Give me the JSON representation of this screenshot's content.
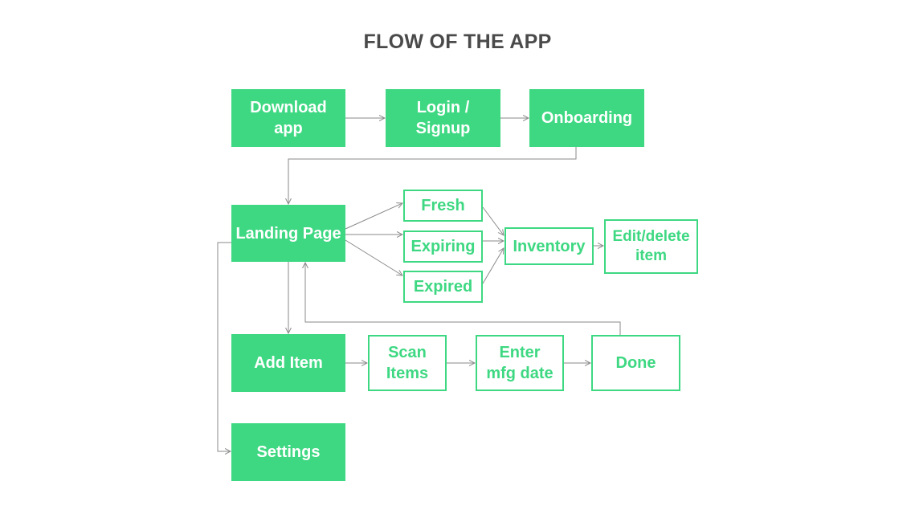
{
  "title": "FLOW OF THE APP",
  "colors": {
    "accent": "#3ed882",
    "title_text": "#4a4a4a",
    "connector": "#8a8a8a",
    "filled_text": "#ffffff"
  },
  "nodes": {
    "download": "Download\napp",
    "login": "Login /\nSignup",
    "onboarding": "Onboarding",
    "landing": "Landing Page",
    "fresh": "Fresh",
    "expiring": "Expiring",
    "expired": "Expired",
    "inventory": "Inventory",
    "edit": "Edit/delete\nitem",
    "additem": "Add Item",
    "scan": "Scan\nItems",
    "enter": "Enter\nmfg date",
    "done": "Done",
    "settings": "Settings"
  },
  "edges": [
    {
      "from": "Download app",
      "to": "Login / Signup"
    },
    {
      "from": "Login / Signup",
      "to": "Onboarding"
    },
    {
      "from": "Onboarding",
      "to": "Landing Page"
    },
    {
      "from": "Landing Page",
      "to": "Fresh"
    },
    {
      "from": "Landing Page",
      "to": "Expiring"
    },
    {
      "from": "Landing Page",
      "to": "Expired"
    },
    {
      "from": "Fresh",
      "to": "Inventory"
    },
    {
      "from": "Expiring",
      "to": "Inventory"
    },
    {
      "from": "Expired",
      "to": "Inventory"
    },
    {
      "from": "Inventory",
      "to": "Edit/delete item"
    },
    {
      "from": "Landing Page",
      "to": "Add Item"
    },
    {
      "from": "Landing Page",
      "to": "Settings"
    },
    {
      "from": "Add Item",
      "to": "Scan Items"
    },
    {
      "from": "Scan Items",
      "to": "Enter mfg date"
    },
    {
      "from": "Enter mfg date",
      "to": "Done"
    },
    {
      "from": "Done",
      "to": "Landing Page"
    }
  ]
}
